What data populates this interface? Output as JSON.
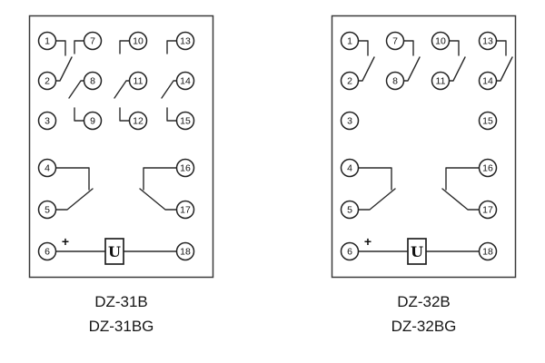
{
  "page": {
    "background": "#ffffff",
    "stroke_color": "#2a2a2a"
  },
  "diagrams": [
    {
      "id": "dz-31",
      "labels": {
        "line1": "DZ-31B",
        "line2": "DZ-31BG"
      },
      "terminals": {
        "t1": "1",
        "t2": "2",
        "t3": "3",
        "t4": "4",
        "t5": "5",
        "t6": "6",
        "t7": "7",
        "t8": "8",
        "t9": "9",
        "t10": "10",
        "t11": "11",
        "t12": "12",
        "t13": "13",
        "t14": "14",
        "t15": "15",
        "t16": "16",
        "t17": "17",
        "t18": "18"
      },
      "coil": {
        "symbol": "U",
        "polarity_mark": "+",
        "between_terminals": [
          "6",
          "18"
        ]
      },
      "contacts": [
        {
          "type": "contact-pair",
          "terminals": [
            "1",
            "2"
          ]
        },
        {
          "type": "changeover",
          "terminals": [
            "7",
            "8",
            "9"
          ]
        },
        {
          "type": "changeover",
          "terminals": [
            "10",
            "11",
            "12"
          ]
        },
        {
          "type": "changeover",
          "terminals": [
            "13",
            "14",
            "15"
          ]
        },
        {
          "type": "contact-pair",
          "terminals": [
            "4",
            "5"
          ]
        },
        {
          "type": "contact-pair",
          "terminals": [
            "16",
            "17"
          ]
        }
      ],
      "unconnected_terminals": [
        "3"
      ]
    },
    {
      "id": "dz-32",
      "labels": {
        "line1": "DZ-32B",
        "line2": "DZ-32BG"
      },
      "terminals": {
        "t1": "1",
        "t2": "2",
        "t3": "3",
        "t4": "4",
        "t5": "5",
        "t6": "6",
        "t7": "7",
        "t8": "8",
        "t10": "10",
        "t11": "11",
        "t13": "13",
        "t14": "14",
        "t15": "15",
        "t16": "16",
        "t17": "17",
        "t18": "18"
      },
      "coil": {
        "symbol": "U",
        "polarity_mark": "+",
        "between_terminals": [
          "6",
          "18"
        ]
      },
      "contacts": [
        {
          "type": "contact-pair",
          "terminals": [
            "1",
            "2"
          ]
        },
        {
          "type": "contact-pair",
          "terminals": [
            "7",
            "8"
          ]
        },
        {
          "type": "contact-pair",
          "terminals": [
            "10",
            "11"
          ]
        },
        {
          "type": "contact-pair",
          "terminals": [
            "13",
            "14"
          ]
        },
        {
          "type": "contact-pair",
          "terminals": [
            "4",
            "5"
          ]
        },
        {
          "type": "contact-pair",
          "terminals": [
            "16",
            "17"
          ]
        }
      ],
      "unconnected_terminals": [
        "3",
        "15"
      ]
    }
  ]
}
